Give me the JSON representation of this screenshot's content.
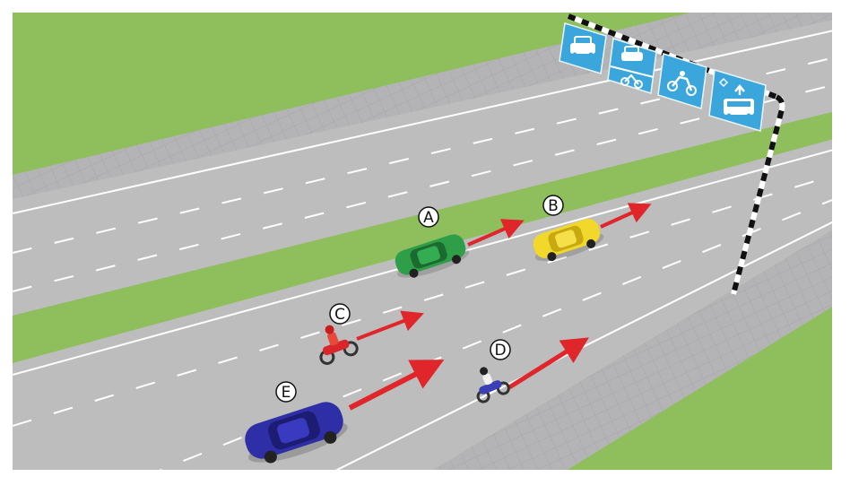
{
  "labels": {
    "a": "A",
    "b": "B",
    "c": "C",
    "d": "D",
    "e": "E"
  },
  "signs": [
    {
      "name": "car-sign",
      "icon": "car-icon"
    },
    {
      "name": "car-motorbike-sign",
      "icon": "car-motorbike-icon"
    },
    {
      "name": "motorbike-sign",
      "icon": "motorbike-icon"
    },
    {
      "name": "bus-lane-sign",
      "icon": "bus-ahead-icon"
    }
  ],
  "vehicles": [
    {
      "label": "A",
      "kind": "car",
      "color": "#2e9e48"
    },
    {
      "label": "B",
      "kind": "car",
      "color": "#f1d82a"
    },
    {
      "label": "C",
      "kind": "motorbike",
      "color": "#d8262a"
    },
    {
      "label": "D",
      "kind": "motorbike",
      "color": "#3a3fb5"
    },
    {
      "label": "E",
      "kind": "car",
      "color": "#2e2ea6"
    }
  ],
  "colors": {
    "grass": "#8fbe5c",
    "road": "#bdbdbe",
    "sidewalk": "#b4b4b6",
    "sign": "#3aa6dc",
    "arrow": "#e0262a"
  }
}
